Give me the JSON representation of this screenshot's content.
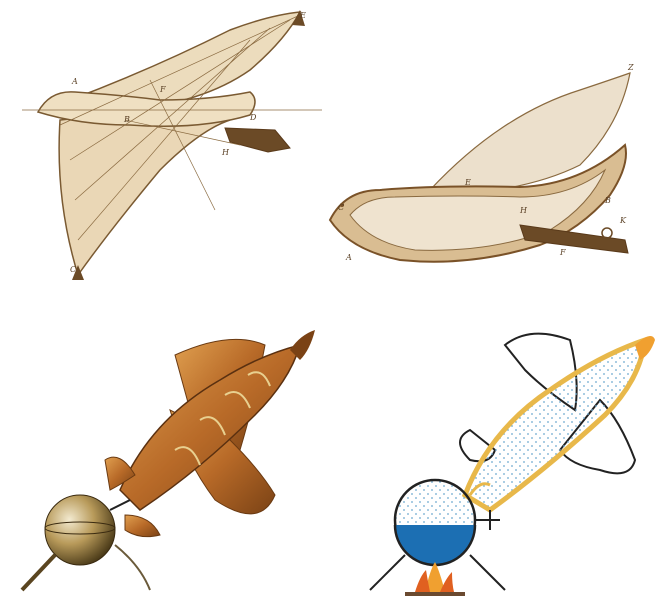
{
  "colors": {
    "sketch_line": "#7a5a32",
    "sketch_fill": "#ead7b6",
    "body_frame": "#8a5e2a",
    "wood": "#c07a32",
    "brass": "#b89a5a",
    "diagram_fill": "#f3f7fb",
    "dots": "#6ea9cf",
    "gold_outline": "#e8b84a",
    "water": "#1c6fb3",
    "flame": "#f0a030"
  },
  "figures": [
    {
      "panel": "sketch-bird-wings",
      "labels": [
        "A",
        "B",
        "C",
        "D",
        "E",
        "F",
        "H"
      ]
    },
    {
      "panel": "sketch-bird-body",
      "labels": [
        "A",
        "B",
        "C",
        "E",
        "F",
        "H",
        "K",
        "Z"
      ]
    },
    {
      "panel": "wooden-model",
      "labels": []
    },
    {
      "panel": "schematic-diagram",
      "labels": []
    }
  ]
}
